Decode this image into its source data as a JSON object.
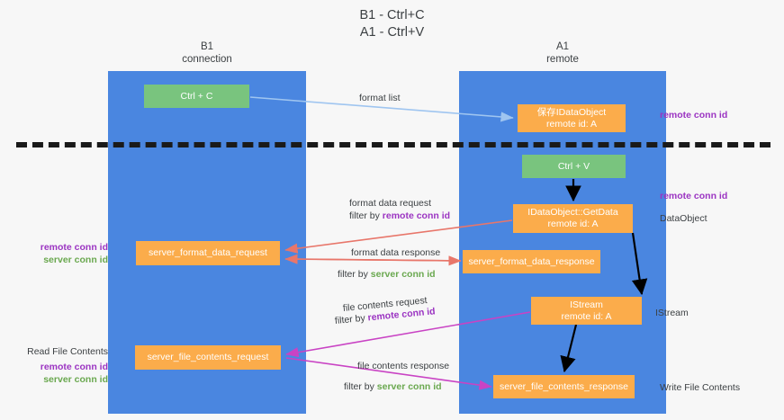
{
  "title": {
    "line1": "B1 - Ctrl+C",
    "line2": "A1 - Ctrl+V"
  },
  "columns": {
    "left": {
      "name": "B1",
      "role": "connection"
    },
    "right": {
      "name": "A1",
      "role": "remote"
    }
  },
  "nodes": {
    "ctrl_c": {
      "label": "Ctrl + C",
      "color": "#79c47e"
    },
    "save_idataobject": {
      "line1": "保存IDataObject",
      "line2": "remote id: A",
      "color": "#fbac4b"
    },
    "ctrl_v": {
      "label": "Ctrl + V",
      "color": "#79c47e"
    },
    "getdata": {
      "line1": "IDataObject::GetData",
      "line2": "remote id: A",
      "color": "#fbac4b"
    },
    "server_format_data_request": {
      "label": "server_format_data_request",
      "color": "#fbac4b"
    },
    "server_format_data_response": {
      "label": "server_format_data_response",
      "color": "#fbac4b"
    },
    "istream": {
      "line1": "IStream",
      "line2": "remote id: A",
      "color": "#fbac4b"
    },
    "server_file_contents_request": {
      "label": "server_file_contents_request",
      "color": "#fbac4b"
    },
    "server_file_contents_response": {
      "label": "server_file_contents_response",
      "color": "#fbac4b"
    }
  },
  "edge_labels": {
    "format_list": "format list",
    "format_data_request": "format data request",
    "format_data_request_filter_prefix": "filter by ",
    "format_data_request_filter_key": "remote conn id",
    "format_data_response": "format data response",
    "format_data_response_filter_prefix": "filter by ",
    "format_data_response_filter_key": "server conn id",
    "file_contents_request": "file contents request",
    "file_contents_request_filter_prefix": "filter by ",
    "file_contents_request_filter_key": "remote conn id",
    "file_contents_response": "file contents response",
    "file_contents_response_filter_prefix": "filter by ",
    "file_contents_response_filter_key": "server conn id"
  },
  "side_labels": {
    "right_remote_conn_id_top": "remote conn id",
    "right_remote_conn_id_mid": "remote conn id",
    "right_dataobject": "DataObject",
    "right_istream": "IStream",
    "right_write_file_contents": "Write File Contents",
    "left_remote_conn_id_1": "remote conn id",
    "left_server_conn_id_1": "server conn id",
    "left_read_file_contents": "Read File Contents",
    "left_remote_conn_id_2": "remote conn id",
    "left_server_conn_id_2": "server conn id"
  },
  "colors": {
    "column_blue": "#4a86e0",
    "green_node": "#79c47e",
    "orange_node": "#fbac4b",
    "purple_text": "#9b34c2",
    "green_text": "#6aa84f",
    "arrow_blue": "#9fc5f0",
    "arrow_red": "#e8766a",
    "arrow_black": "#000000",
    "arrow_magenta": "#c943c4",
    "background": "#f7f7f7"
  }
}
